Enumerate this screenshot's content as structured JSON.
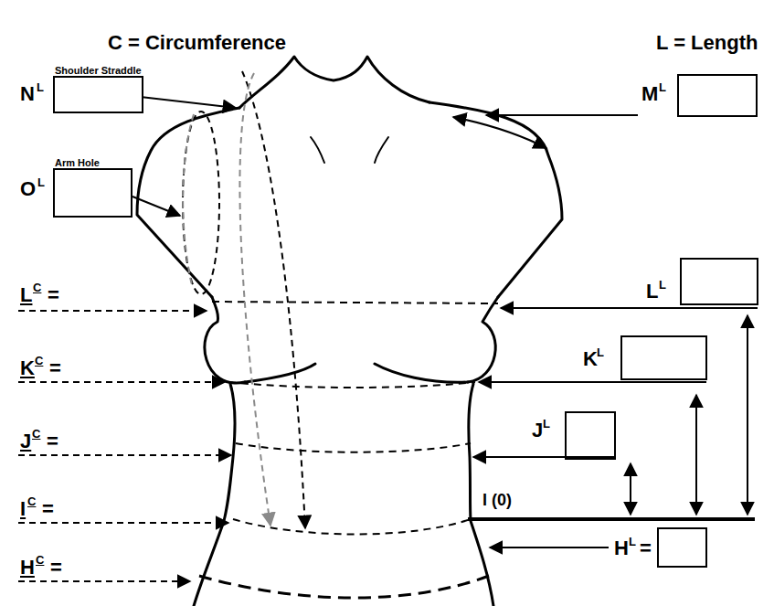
{
  "diagram": {
    "nodes": [
      {
        "text": [
          "Shoulder Straddle"
        ]
      },
      {
        "text": [
          "Arm Hole"
        ]
      }
    ],
    "labels": [
      "C = Circumference",
      "L = Length",
      "N",
      "L",
      "M",
      "L",
      "O",
      "L",
      "L",
      "C",
      "=",
      "K",
      "C",
      "=",
      "J",
      "C",
      "=",
      "I",
      "C",
      "=",
      "H",
      "C",
      "=",
      "L",
      "L",
      "K",
      "L",
      "J",
      "L",
      "I (0)",
      "H",
      "L",
      "="
    ]
  }
}
